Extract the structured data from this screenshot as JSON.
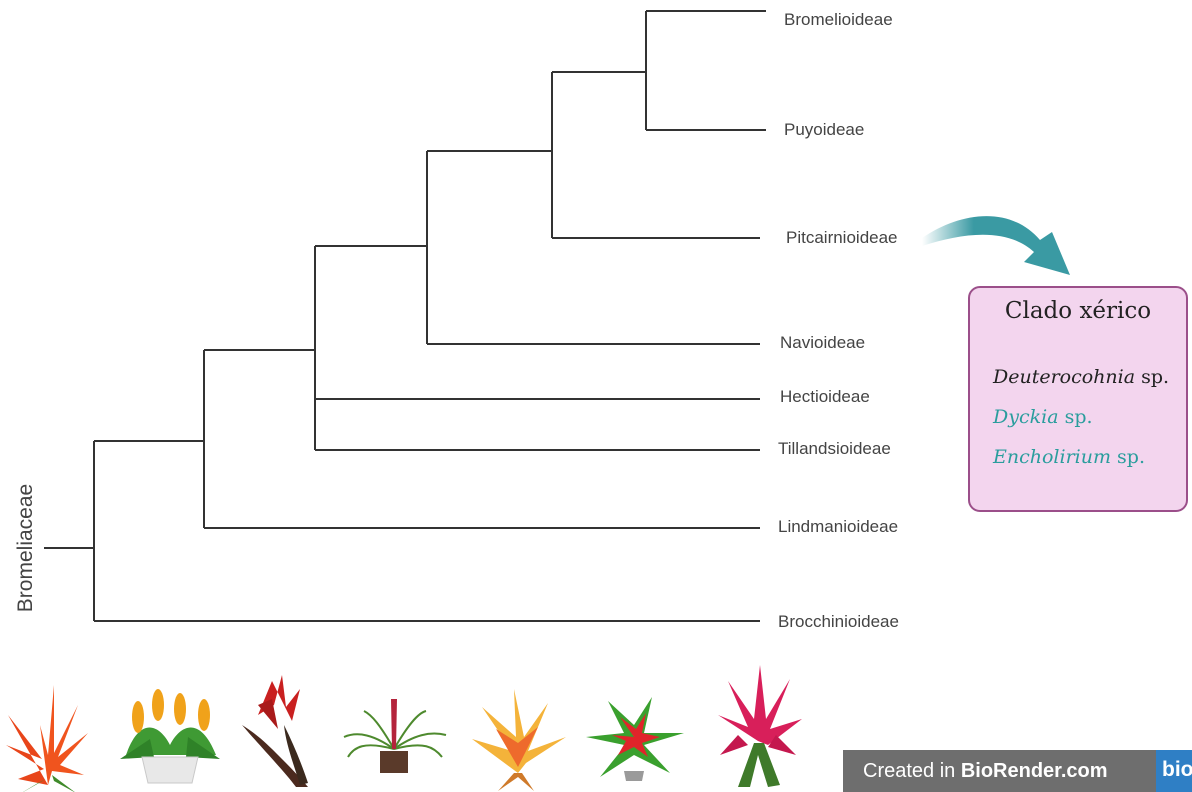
{
  "root_label": "Bromeliaceae",
  "taxa": [
    "Bromelioideae",
    "Puyoideae",
    "Pitcairnioideae",
    "Navioideae",
    "Hectioideae",
    "Tillandsioideae",
    "Lindmanioideae",
    "Brocchinioideae"
  ],
  "clade_box": {
    "title": "Clado xérico",
    "species": [
      {
        "genus": "Deuterocohnia",
        "suffix": "sp.",
        "color": "#222222"
      },
      {
        "genus": "Dyckia",
        "suffix": "sp.",
        "color": "#2a9d9d"
      },
      {
        "genus": "Encholirium",
        "suffix": "sp.",
        "color": "#2a9d9d"
      }
    ]
  },
  "badge": {
    "prefix": "Created in ",
    "brand": "BioRender.com",
    "logo": "bio"
  },
  "colors": {
    "tree_line": "#333333",
    "arrow": "#3a9aa3",
    "box_fill": "#f3d5ee",
    "box_border": "#9b4f8a"
  },
  "plant_icons": [
    "orange-bromeliad-icon",
    "potted-yellow-bromeliad-icon",
    "red-bromeliad-icon",
    "potted-airplant-icon",
    "yellow-orange-bromeliad-icon",
    "red-green-bromeliad-icon",
    "pink-bromeliad-icon"
  ]
}
